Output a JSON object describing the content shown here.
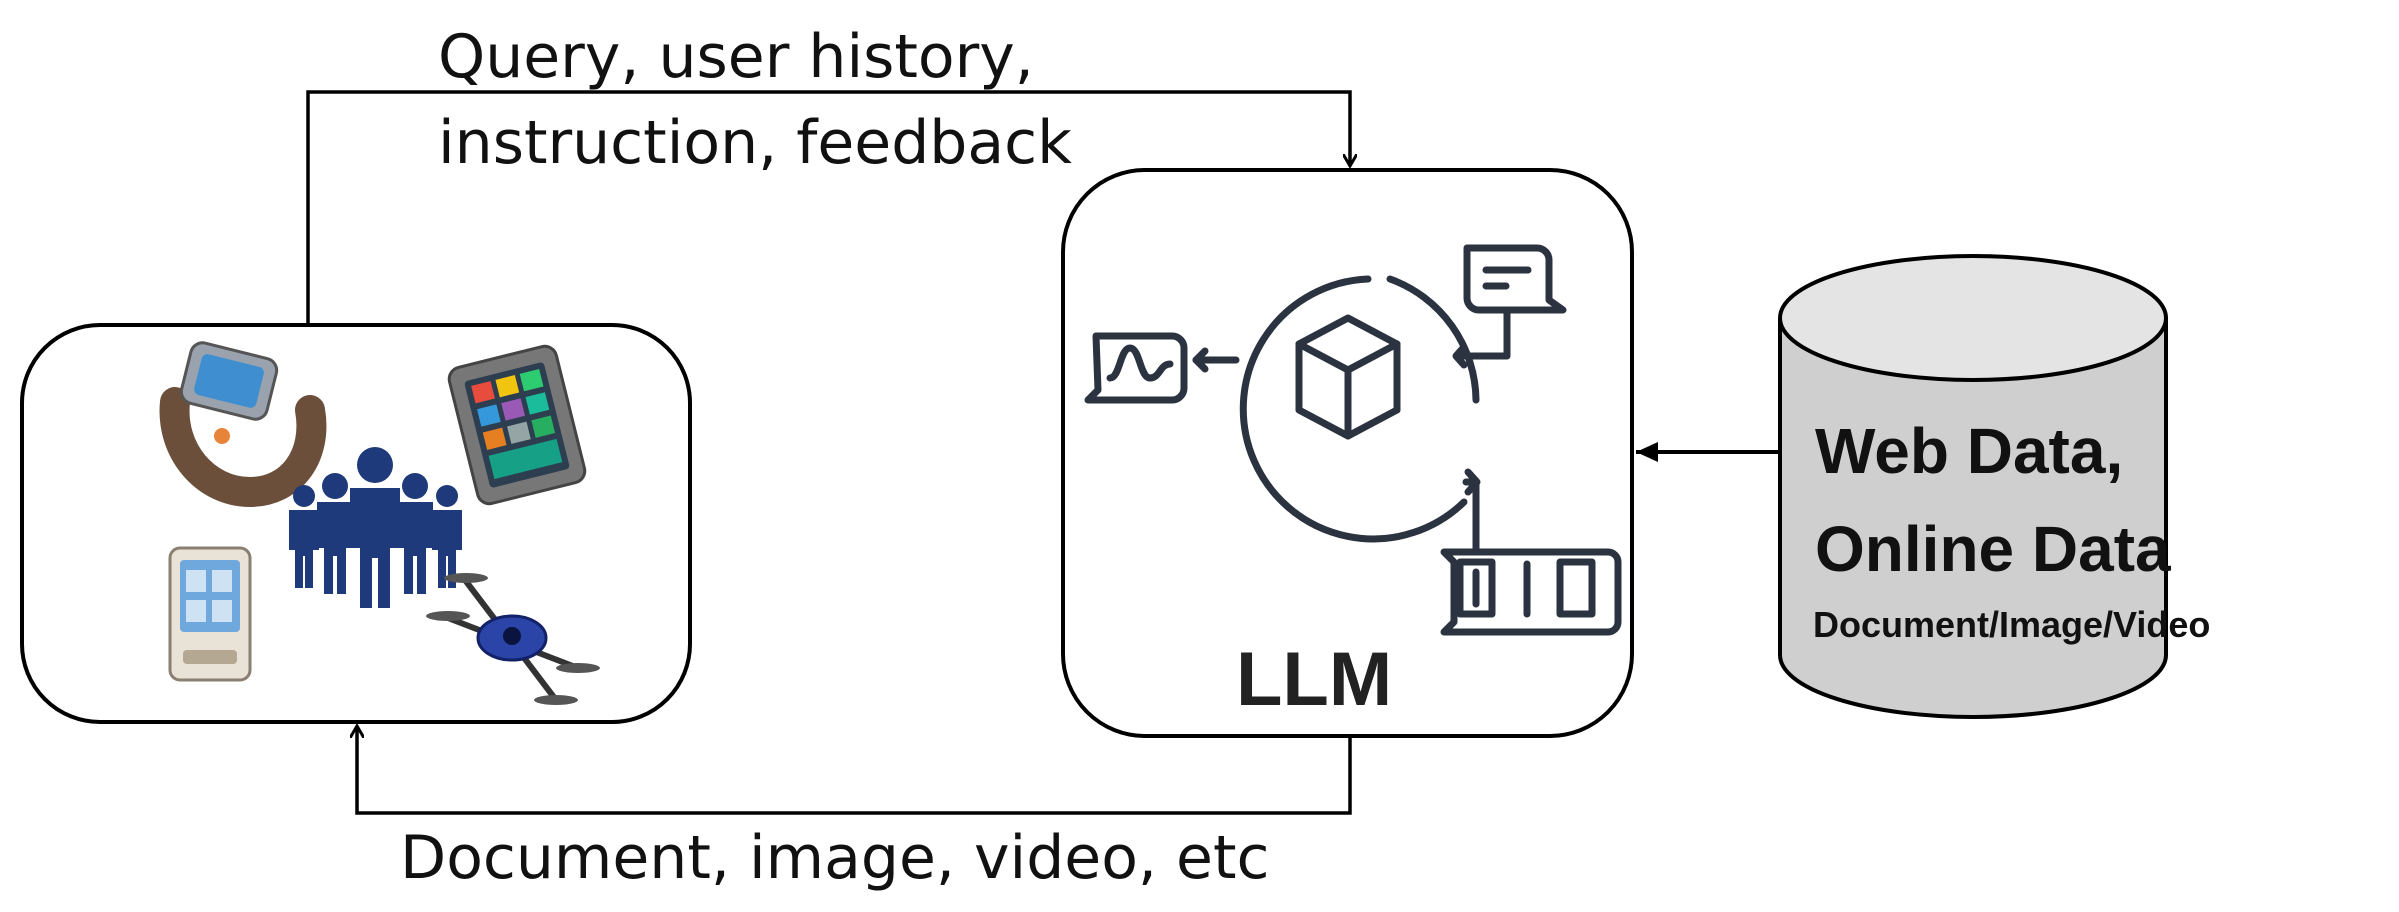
{
  "labels": {
    "query_line1": "Query, user history,",
    "query_line2": "instruction, feedback",
    "response": "Document, image, video, etc"
  },
  "llm": {
    "title": "LLM",
    "binary_tokens": [
      "0",
      "1",
      "0"
    ]
  },
  "database": {
    "title_line1": "Web Data,",
    "title_line2": "Online Data",
    "subtitle": "Document/Image/Video"
  },
  "colors": {
    "stroke": "#000000",
    "db_fill": "#cfcfcf",
    "db_top": "#e4e4e4",
    "people": "#1f3a7a",
    "drone": "#2a44a8",
    "llm_icon": "#2b3340"
  },
  "icons": [
    "smartwatch-icon",
    "tablet-icon",
    "people-group-icon",
    "thermostat-icon",
    "drone-icon",
    "cube-icon",
    "chat-bubble-icon",
    "waveform-bubble-icon",
    "binary-bubble-icon",
    "database-cylinder-icon"
  ]
}
